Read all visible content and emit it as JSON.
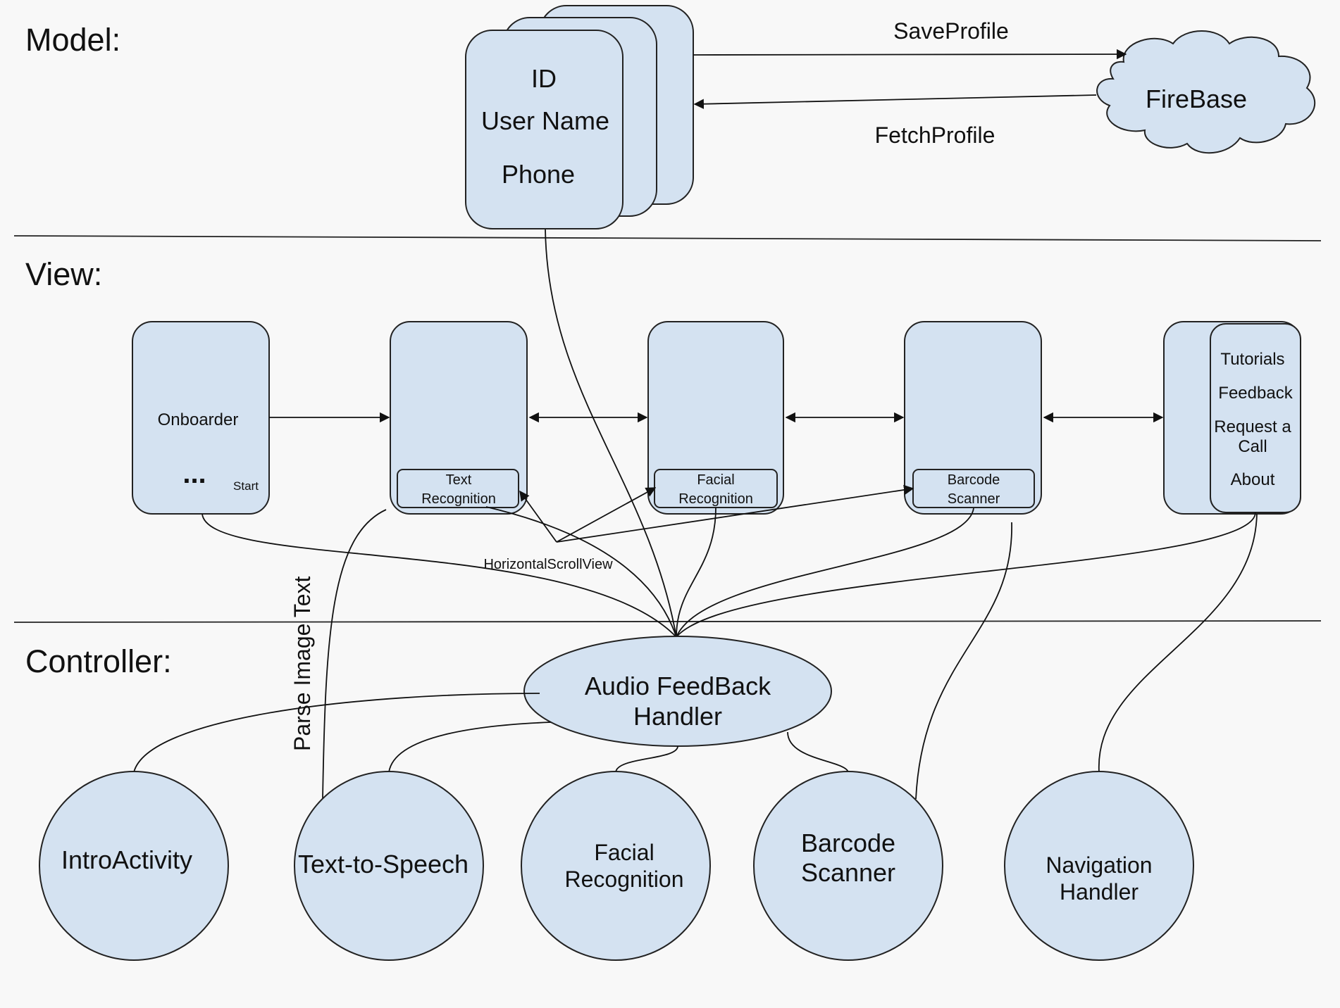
{
  "sections": {
    "model": "Model:",
    "view": "View:",
    "controller": "Controller:"
  },
  "model": {
    "profile_card": [
      "ID",
      "User Name",
      "Phone"
    ],
    "firebase": "FireBase",
    "save_label": "SaveProfile",
    "fetch_label": "FetchProfile"
  },
  "view": {
    "onboarder": {
      "label": "Onboarder",
      "dots": "...",
      "start": "Start"
    },
    "screens": [
      {
        "tab": [
          "Text",
          "Recognition"
        ]
      },
      {
        "tab": [
          "Facial",
          "Recognition"
        ]
      },
      {
        "tab": [
          "Barcode",
          "Scanner"
        ]
      }
    ],
    "menu": [
      "Tutorials",
      "Feedback",
      "Request a",
      "Call",
      "About"
    ],
    "scroll_label": "HorizontalScrollView",
    "parse_label": "Parse Image Text"
  },
  "controller": {
    "audio": [
      "Audio FeedBack",
      "Handler"
    ],
    "circles": [
      {
        "lines": [
          "IntroActivity"
        ]
      },
      {
        "lines": [
          "Text-to-Speech"
        ]
      },
      {
        "lines": [
          "Facial",
          "Recognition"
        ]
      },
      {
        "lines": [
          "Barcode",
          "Scanner"
        ]
      },
      {
        "lines": [
          "Navigation",
          "Handler"
        ]
      }
    ]
  },
  "colors": {
    "fill": "#d4e2f1",
    "stroke": "#222222",
    "background": "#f8f8f8"
  }
}
